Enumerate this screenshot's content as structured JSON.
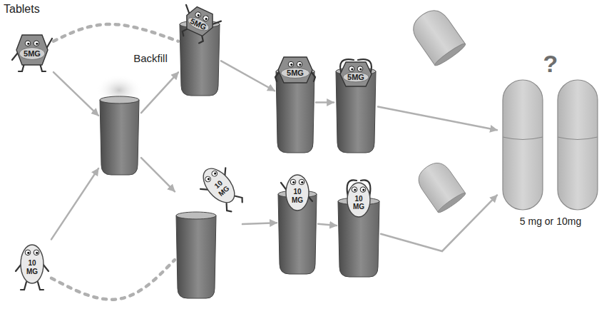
{
  "diagram": {
    "nodes": [
      {
        "text": [
          "5MG"
        ]
      },
      {
        "text": [
          "Backfill"
        ]
      },
      {
        "text": [
          "5MG"
        ]
      },
      {
        "text": [
          "5MG"
        ]
      },
      {
        "text": [
          "5MG"
        ]
      },
      {
        "text": [
          "?",
          "5 mg or 10mg"
        ]
      },
      {
        "text": [
          "10 MG"
        ]
      },
      {
        "text": [
          "10 MG"
        ]
      },
      {
        "text": [
          "10 MG"
        ]
      },
      {
        "text": [
          "10 MG"
        ]
      }
    ],
    "edges": [
      {
        "from": 0,
        "to": 1,
        "arrow": "to"
      },
      {
        "from": 0,
        "to": 2,
        "arrow": "none"
      },
      {
        "from": 1,
        "to": 2,
        "arrow": "to"
      },
      {
        "from": 2,
        "to": 3,
        "arrow": "to"
      },
      {
        "from": 3,
        "to": 4,
        "arrow": "to"
      },
      {
        "from": 4,
        "to": 5,
        "arrow": "to"
      },
      {
        "from": 6,
        "to": 1,
        "arrow": "to"
      },
      {
        "from": 6,
        "to": 7,
        "arrow": "none"
      },
      {
        "from": 1,
        "to": 7,
        "arrow": "to"
      },
      {
        "from": 7,
        "to": 8,
        "arrow": "to"
      },
      {
        "from": 8,
        "to": 9,
        "arrow": "to"
      },
      {
        "from": 9,
        "to": 5,
        "arrow": "to"
      }
    ],
    "labels": [
      "Tablets"
    ]
  }
}
